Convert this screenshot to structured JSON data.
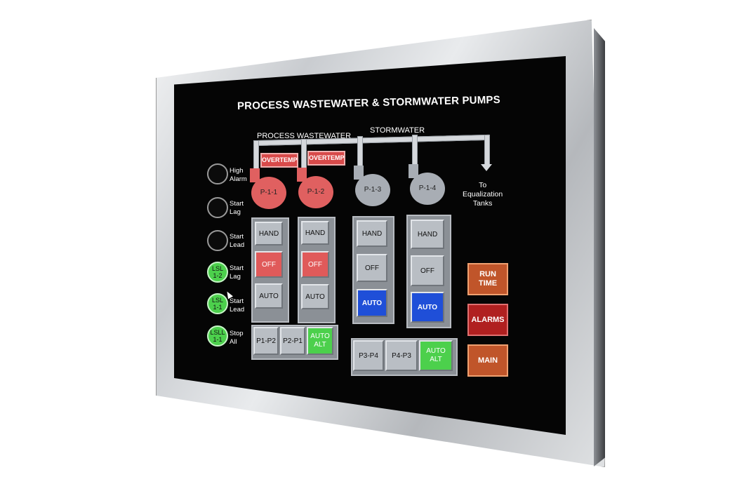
{
  "title": "PROCESS WASTEWATER & STORMWATER PUMPS",
  "sections": [
    "PROCESS WASTEWATER",
    "STORMWATER"
  ],
  "overtemp": [
    "OVERTEMP",
    "OVERTEMP"
  ],
  "pumps": [
    "P-1-1",
    "P-1-2",
    "P-1-3",
    "P-1-4"
  ],
  "controls": {
    "hand": "HAND",
    "off": "OFF",
    "auto_small": "AUTO",
    "auto_active": "AUTO"
  },
  "alternation": {
    "left": [
      "P1-P2",
      "P2-P1",
      "AUTO\nALT"
    ],
    "right": [
      "P3-P4",
      "P4-P3",
      "AUTO\nALT"
    ]
  },
  "lamps": [
    {
      "code": "",
      "label": "High\nAlarm"
    },
    {
      "code": "",
      "label": "Start\nLag"
    },
    {
      "code": "",
      "label": "Start\nLead"
    },
    {
      "code": "LSL\n1-2",
      "label": "Start\nLag"
    },
    {
      "code": "LSL\n1-1",
      "label": "Start\nLead"
    },
    {
      "code": "LSLL\n1-1",
      "label": "Stop\nAll"
    }
  ],
  "destination": "To\nEqualization\nTanks",
  "nav": [
    "RUN\nTIME",
    "ALARMS",
    "MAIN"
  ]
}
